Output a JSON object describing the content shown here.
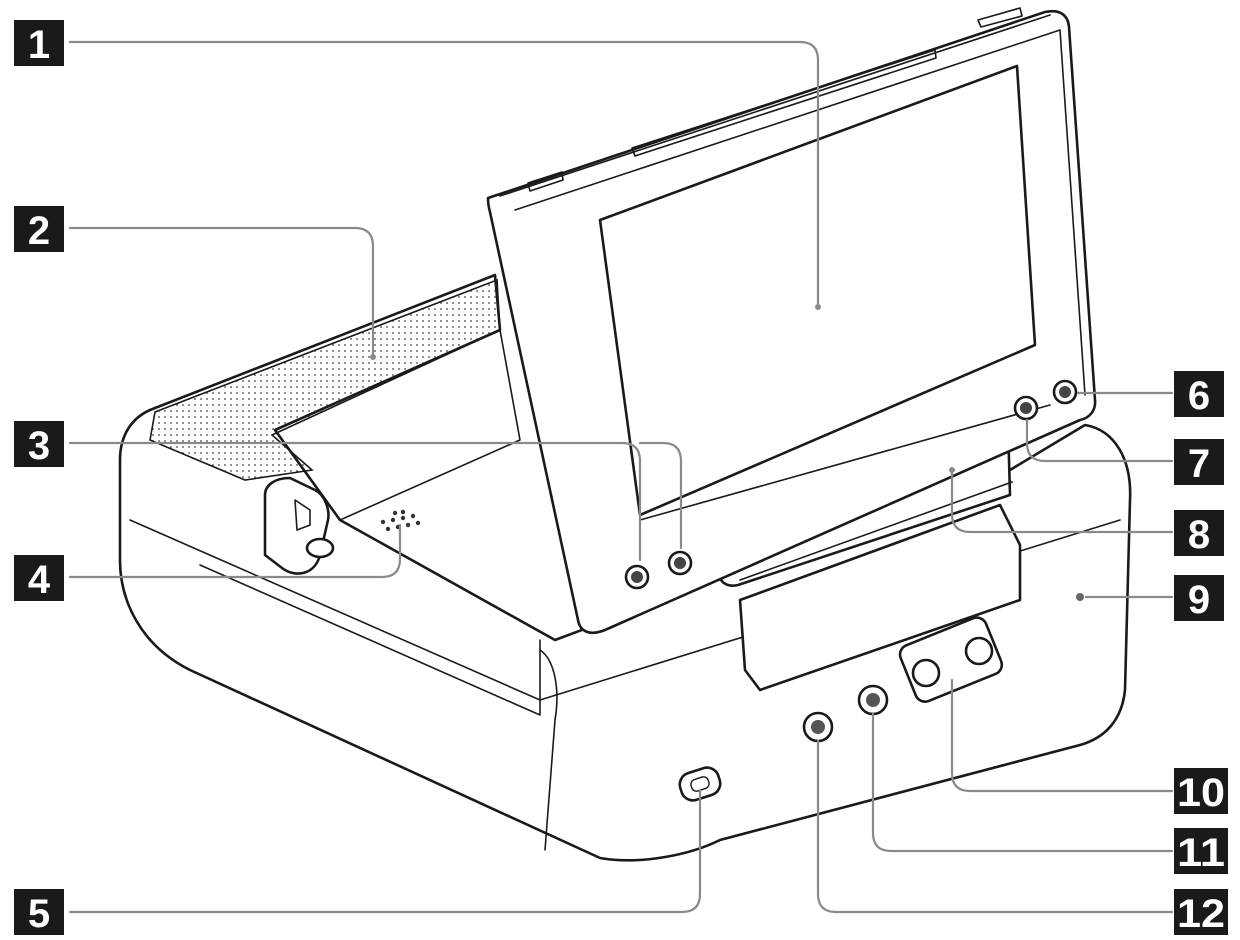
{
  "callouts": [
    {
      "id": "1",
      "label": "1"
    },
    {
      "id": "2",
      "label": "2"
    },
    {
      "id": "3",
      "label": "3"
    },
    {
      "id": "4",
      "label": "4"
    },
    {
      "id": "5",
      "label": "5"
    },
    {
      "id": "6",
      "label": "6"
    },
    {
      "id": "7",
      "label": "7"
    },
    {
      "id": "8",
      "label": "8"
    },
    {
      "id": "9",
      "label": "9"
    },
    {
      "id": "10",
      "label": "10"
    },
    {
      "id": "11",
      "label": "11"
    },
    {
      "id": "12",
      "label": "12"
    }
  ],
  "colors": {
    "callout_box": "#1a1a1a",
    "callout_text": "#ffffff",
    "leader_line": "#8a8a8a",
    "device_outline": "#1a1a1a"
  }
}
